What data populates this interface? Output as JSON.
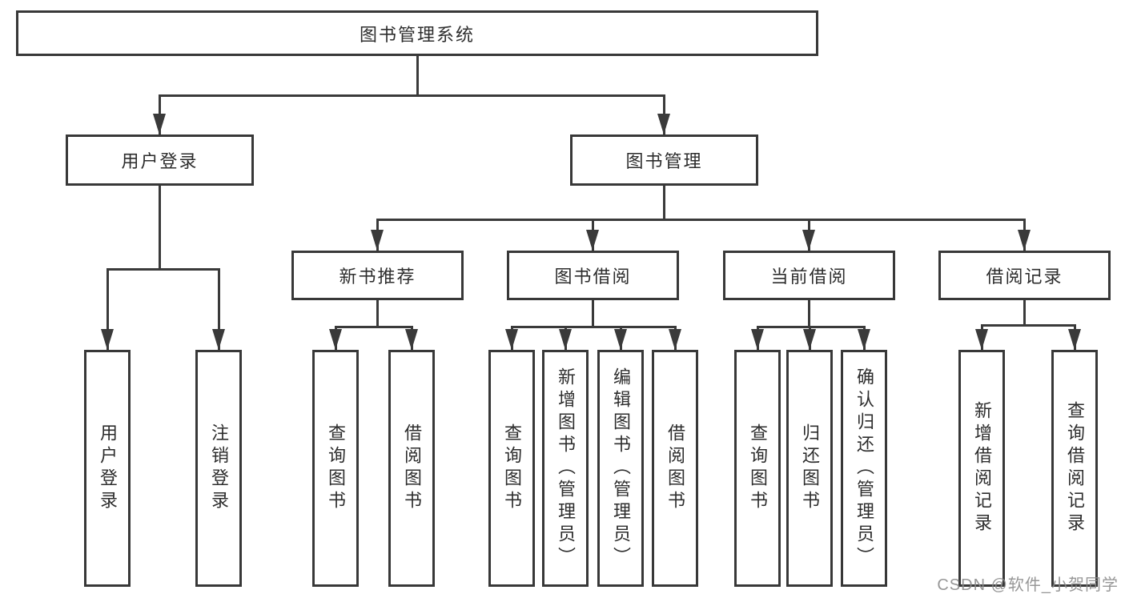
{
  "diagram": {
    "root": {
      "label": "图书管理系统"
    },
    "level2": [
      {
        "label": "用户登录"
      },
      {
        "label": "图书管理"
      }
    ],
    "level3": [
      {
        "label": "新书推荐"
      },
      {
        "label": "图书借阅"
      },
      {
        "label": "当前借阅"
      },
      {
        "label": "借阅记录"
      }
    ],
    "leaves": [
      {
        "label": "用户登录"
      },
      {
        "label": "注销登录"
      },
      {
        "label": "查询图书"
      },
      {
        "label": "借阅图书"
      },
      {
        "label": "查询图书"
      },
      {
        "label": "新增图书（管理员）"
      },
      {
        "label": "编辑图书（管理员）"
      },
      {
        "label": "借阅图书"
      },
      {
        "label": "查询图书"
      },
      {
        "label": "归还图书"
      },
      {
        "label": "确认归还（管理员）"
      },
      {
        "label": "新增借阅记录"
      },
      {
        "label": "查询借阅记录"
      }
    ]
  },
  "watermark": {
    "text": "CSDN @软件_小贺同学"
  },
  "colors": {
    "line": "#3a3a3a",
    "border": "#383838",
    "text": "#2d2d2d",
    "background": "#ffffff",
    "watermark": "#8c8c8c"
  }
}
